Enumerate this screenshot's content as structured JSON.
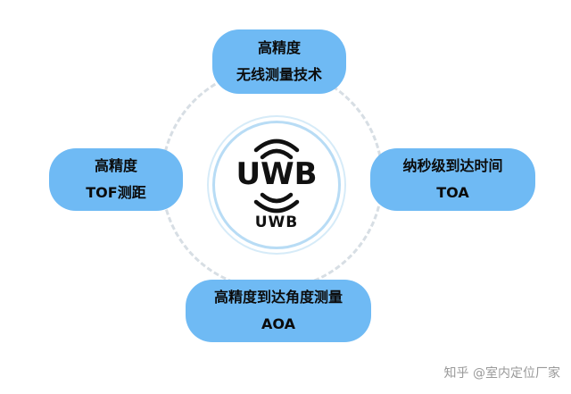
{
  "center": {
    "logo_text": "UWB",
    "caption": "UWB"
  },
  "nodes": {
    "top": {
      "line1": "高精度",
      "line2": "无线测量技术"
    },
    "left": {
      "line1": "高精度",
      "line2": "TOF测距"
    },
    "right": {
      "line1": "纳秒级到达时间",
      "line2": "TOA"
    },
    "bottom": {
      "line1": "高精度到达角度测量",
      "line2": "AOA"
    }
  },
  "watermark": "知乎 @室内定位厂家",
  "colors": {
    "pill": "#6fbaf4",
    "ring": "#d7dee4",
    "center_border": "#b8dcf5"
  }
}
